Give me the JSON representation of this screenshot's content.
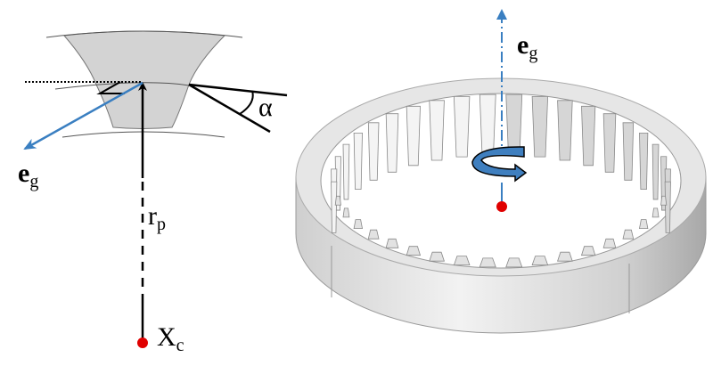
{
  "labels": {
    "eg_left": {
      "main": "e",
      "sub": "g"
    },
    "alpha": "α",
    "rp": {
      "main": "r",
      "sub": "p"
    },
    "xc": {
      "main": "X",
      "sub": "c"
    },
    "eg_right": {
      "main": "e",
      "sub": "g"
    }
  },
  "colors": {
    "vector": "#3a7fc1",
    "point": "#e00000",
    "tooth_fill": "#d3d3d3",
    "gear": "#dcdcdc"
  },
  "gear": {
    "teeth": 40
  }
}
